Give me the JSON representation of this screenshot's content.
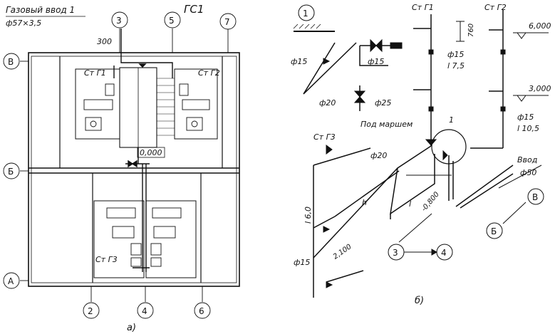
{
  "plan": {
    "header": "ГС1",
    "gas_inlet_title": "Газовый ввод 1",
    "gas_inlet_pipe": "ф57×3,5",
    "dimension_300": "300",
    "level_mark": "0,000",
    "riser_g1": "Ст Г1",
    "riser_g2": "Ст Г2",
    "riser_g3": "Ст Г3",
    "axis_marks": [
      "3",
      "5",
      "7",
      "В",
      "Б",
      "А",
      "2",
      "4",
      "6"
    ],
    "caption": "а)"
  },
  "iso": {
    "node_mark": "1",
    "riser_g1": "Ст Г1",
    "riser_g2": "Ст Г2",
    "riser_g3": "Ст Г3",
    "dim_760": "760",
    "level_6000": "6,000",
    "level_3000": "3,000",
    "pipe_f15_a": "ф15",
    "pipe_f15_b": "ф15",
    "pipe_f15_c": "ф15",
    "pipe_f15_d": "ф15",
    "pipe_f15_e": "ф15",
    "pipe_f20_a": "ф20",
    "pipe_f20_b": "ф20",
    "pipe_f25": "ф25",
    "length_7_5": "l 7,5",
    "length_10_5": "l 10,5",
    "length_6_0": "l 6,0",
    "under_stairs": "Под маршем",
    "inlet": "Ввод",
    "inlet_pipe": "ф50",
    "l_mark": "l",
    "h_mark": "h",
    "level_m0800": "-0,800",
    "level_2100": "2,100",
    "callout_1": "1",
    "axis_B": "В",
    "axis_Bb": "Б",
    "axis_3": "3",
    "axis_4": "4",
    "caption": "б)"
  }
}
